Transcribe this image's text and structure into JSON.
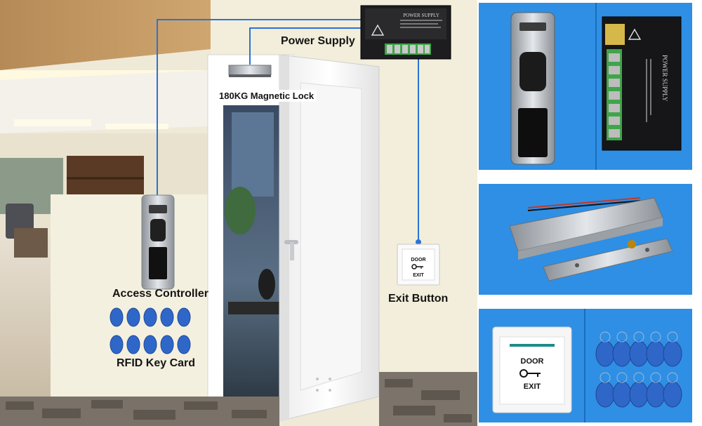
{
  "labels": {
    "power_supply": "Power Supply",
    "magnetic_lock": "180KG Magnetic Lock",
    "access_controller": "Access Controller",
    "exit_button": "Exit Button",
    "rfid_key_card": "RFID Key Card"
  },
  "device_text": {
    "power_supply_plate": "POWER SUPPLY",
    "exit_plate_top": "DOOR",
    "exit_plate_bottom": "EXIT"
  },
  "colors": {
    "wire": "#2a73d6",
    "panel_bg": "#2f8fe4",
    "fob_blue": "#2f67c9",
    "wall": "#f2eedb"
  },
  "icons": [
    "key-icon",
    "warning-triangle-icon"
  ]
}
